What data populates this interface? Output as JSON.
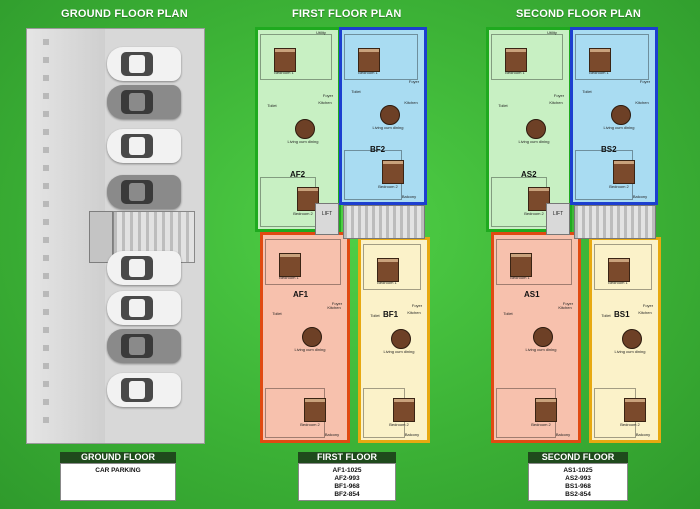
{
  "titles": {
    "ground": "GROUND FLOOR PLAN",
    "first": "FIRST FLOOR PLAN",
    "second": "SECOND FLOOR PLAN"
  },
  "ground_floor": {
    "header": "GROUND FLOOR",
    "entries": [
      "CAR PARKING"
    ],
    "car_colors": [
      "#f2f2f2",
      "#8a8a8a",
      "#f2f2f2",
      "#8a8a8a",
      "#f2f2f2",
      "#f2f2f2",
      "#8a8a8a",
      "#f2f2f2"
    ]
  },
  "first_floor": {
    "header": "FIRST FLOOR",
    "entries": [
      "AF1-1025",
      "AF2-993",
      "BF1-968",
      "BF2-854"
    ],
    "units": [
      "AF2",
      "BF2",
      "AF1",
      "BF1"
    ]
  },
  "second_floor": {
    "header": "SECOND FLOOR",
    "entries": [
      "AS1-1025",
      "AS2-993",
      "BS1-968",
      "BS2-854"
    ],
    "units": [
      "AS2",
      "BS2",
      "AS1",
      "BS1"
    ]
  },
  "room_labels": {
    "bedroom1": "Bedroom 1",
    "bedroom2": "Bedroom 2",
    "living": "Living cum dining",
    "kitchen": "Kitchen",
    "toilet": "Toilet",
    "utility": "Utility",
    "balcony": "Balcony",
    "foyer": "Foyer",
    "lift": "LIFT"
  },
  "colors": {
    "green_unit": "#c8f0c3",
    "green_border": "#1faa1f",
    "blue_unit": "#a9dcf2",
    "blue_border": "#1c3fd0",
    "red_unit": "#f7c1ad",
    "red_border": "#e04a12",
    "yellow_unit": "#fbf2c9",
    "yellow_border": "#e7a911"
  }
}
